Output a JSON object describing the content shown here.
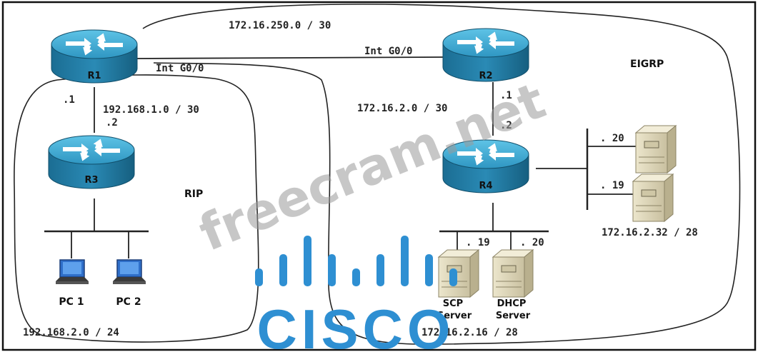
{
  "routers": {
    "r1": {
      "label": "R1"
    },
    "r2": {
      "label": "R2"
    },
    "r3": {
      "label": "R3"
    },
    "r4": {
      "label": "R4"
    }
  },
  "links": {
    "r1_r2_network": "172.16.250.0 / 30",
    "r1_interface": "Int G0/0",
    "r2_interface": "Int G0/0",
    "r1_r3_network": "192.168.1.0 / 30",
    "r1_r3_host_r1": ".1",
    "r1_r3_host_r3": ".2",
    "r2_r4_network": "172.16.2.0 / 30",
    "r2_r4_host_r2": ".1",
    "r2_r4_host_r4": ".2"
  },
  "areas": {
    "rip": "RIP",
    "eigrp": "EIGRP"
  },
  "lans": {
    "pc_lan": "192.168.2.0 / 24",
    "server_lan": "172.16.2.16 / 28",
    "right_lan": "172.16.2.32 / 28"
  },
  "hosts": {
    "pc1": "PC 1",
    "pc2": "PC 2",
    "scp_line1": "SCP",
    "scp_line2": "Server",
    "scp_host": ". 19",
    "dhcp_line1": "DHCP",
    "dhcp_line2": "Server",
    "dhcp_host": ". 20",
    "right_server_top_host": ". 20",
    "right_server_bottom_host": ". 19"
  },
  "watermark": {
    "text": "freecram.net",
    "brand": "CISCO"
  },
  "colors": {
    "router_top": "#3aa6cf",
    "router_side": "#1b7aa3",
    "brand_blue": "#2e8fd2",
    "server_fill": "#ddd6b8",
    "pc_blue": "#3d7fd6"
  }
}
